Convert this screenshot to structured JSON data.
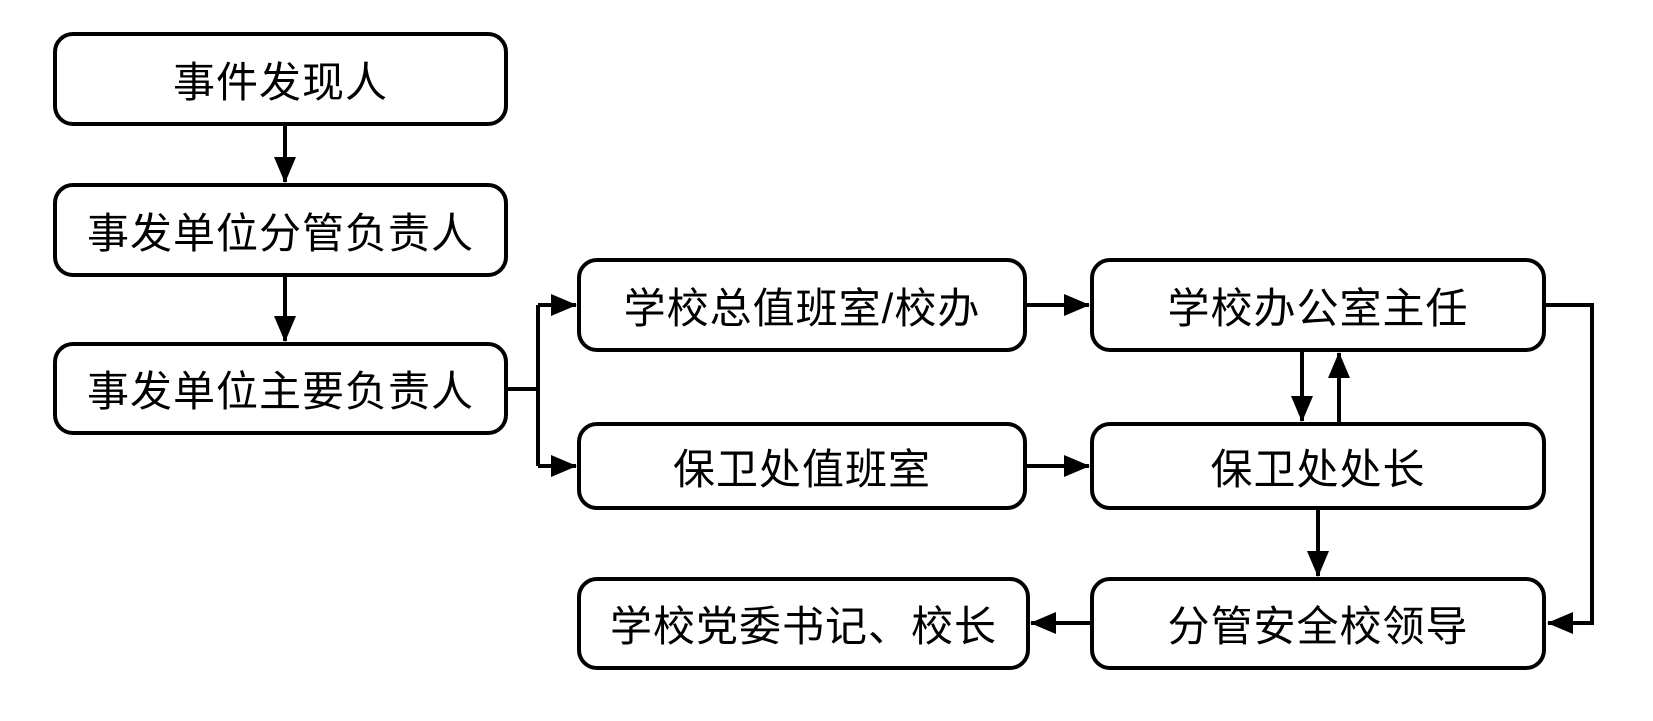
{
  "diagram_type": "flowchart",
  "colors": {
    "background": "#ffffff",
    "node_fill": "#ffffff",
    "node_border": "#000000",
    "text": "#000000",
    "connector": "#000000"
  },
  "nodes": [
    {
      "id": "incident-discoverer",
      "label": "事件发现人"
    },
    {
      "id": "unit-deputy-head",
      "label": "事发单位分管负责人"
    },
    {
      "id": "unit-main-head",
      "label": "事发单位主要负责人"
    },
    {
      "id": "school-duty-office",
      "label": "学校总值班室/校办"
    },
    {
      "id": "school-office-director",
      "label": "学校办公室主任"
    },
    {
      "id": "security-duty-room",
      "label": "保卫处值班室"
    },
    {
      "id": "security-office-chief",
      "label": "保卫处处长"
    },
    {
      "id": "party-secretary-president",
      "label": "学校党委书记、校长"
    },
    {
      "id": "safety-school-leader",
      "label": "分管安全校领导"
    }
  ],
  "edges": [
    {
      "from": "incident-discoverer",
      "to": "unit-deputy-head",
      "direction": "down"
    },
    {
      "from": "unit-deputy-head",
      "to": "unit-main-head",
      "direction": "down"
    },
    {
      "from": "unit-main-head",
      "to": "school-duty-office",
      "direction": "branch-right-up"
    },
    {
      "from": "unit-main-head",
      "to": "security-duty-room",
      "direction": "branch-right-down"
    },
    {
      "from": "school-duty-office",
      "to": "school-office-director",
      "direction": "right"
    },
    {
      "from": "security-duty-room",
      "to": "security-office-chief",
      "direction": "right"
    },
    {
      "from": "school-office-director",
      "to": "security-office-chief",
      "direction": "down"
    },
    {
      "from": "security-office-chief",
      "to": "school-office-director",
      "direction": "up"
    },
    {
      "from": "security-office-chief",
      "to": "safety-school-leader",
      "direction": "down"
    },
    {
      "from": "school-office-director",
      "to": "safety-school-leader",
      "direction": "around-right"
    },
    {
      "from": "safety-school-leader",
      "to": "party-secretary-president",
      "direction": "left"
    }
  ]
}
